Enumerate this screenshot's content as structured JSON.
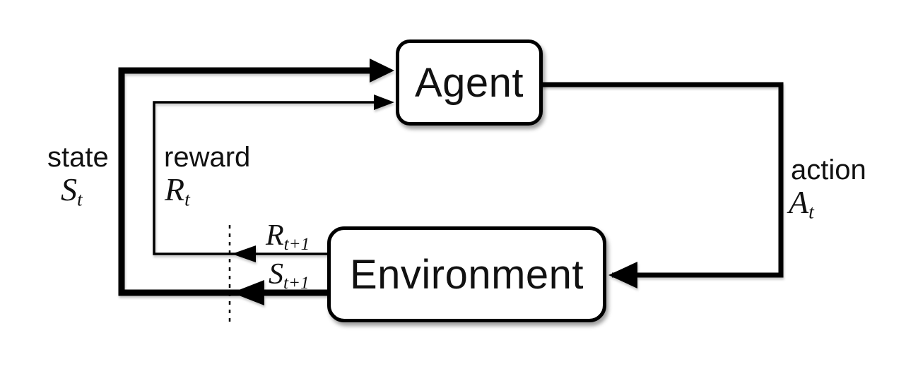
{
  "diagram": {
    "agent": {
      "label": "Agent"
    },
    "environment": {
      "label": "Environment"
    },
    "labels": {
      "state": {
        "word": "state",
        "sym": "S",
        "sub": "t"
      },
      "reward": {
        "word": "reward",
        "sym": "R",
        "sub": "t"
      },
      "action": {
        "word": "action",
        "sym": "A",
        "sub": "t"
      },
      "next_reward": {
        "sym": "R",
        "sub": "t+1"
      },
      "next_state": {
        "sym": "S",
        "sub": "t+1"
      }
    },
    "colors": {
      "line": "#000000",
      "box_fill": "#ffffff",
      "background": "#ffffff"
    }
  }
}
